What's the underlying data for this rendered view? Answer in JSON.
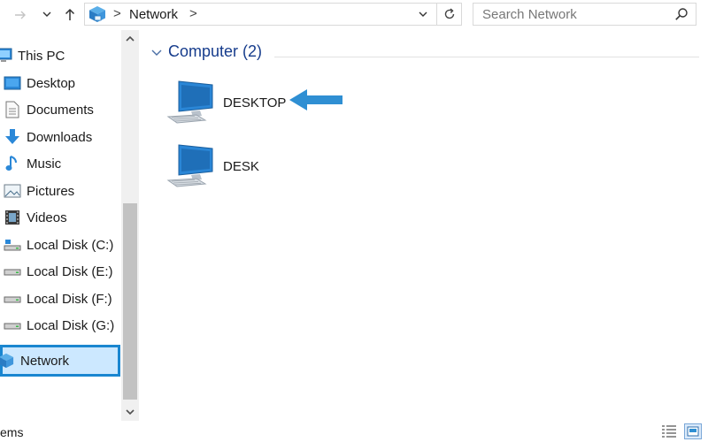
{
  "toolbar": {
    "address": {
      "separator": ">",
      "location": "Network"
    },
    "search": {
      "placeholder": "Search Network"
    }
  },
  "nav_pane": {
    "items": [
      {
        "label": "This PC",
        "icon": "this-pc-icon",
        "selected": false
      },
      {
        "label": "Desktop",
        "icon": "desktop-folder-icon",
        "selected": false
      },
      {
        "label": "Documents",
        "icon": "documents-icon",
        "selected": false
      },
      {
        "label": "Downloads",
        "icon": "downloads-icon",
        "selected": false
      },
      {
        "label": "Music",
        "icon": "music-icon",
        "selected": false
      },
      {
        "label": "Pictures",
        "icon": "pictures-icon",
        "selected": false
      },
      {
        "label": "Videos",
        "icon": "videos-icon",
        "selected": false
      },
      {
        "label": "Local Disk (C:)",
        "icon": "system-drive-icon",
        "selected": false
      },
      {
        "label": "Local Disk (E:)",
        "icon": "drive-icon",
        "selected": false
      },
      {
        "label": "Local Disk (F:)",
        "icon": "drive-icon",
        "selected": false
      },
      {
        "label": "Local Disk (G:)",
        "icon": "drive-icon",
        "selected": false
      },
      {
        "label": "Network",
        "icon": "network-icon",
        "selected": true
      }
    ]
  },
  "content": {
    "group_title": "Computer (2)",
    "computers": [
      {
        "name": "DESKTOP",
        "icon": "computer-icon",
        "highlighted_by_arrow": true
      },
      {
        "name": "DESK",
        "icon": "computer-icon",
        "highlighted_by_arrow": false
      }
    ]
  },
  "statusbar": {
    "text": "ems"
  },
  "colors": {
    "selection_border": "#1a86d0",
    "selection_fill": "#cce8ff",
    "pointer_arrow": "#2f8fd3",
    "group_title": "#163c8c"
  }
}
